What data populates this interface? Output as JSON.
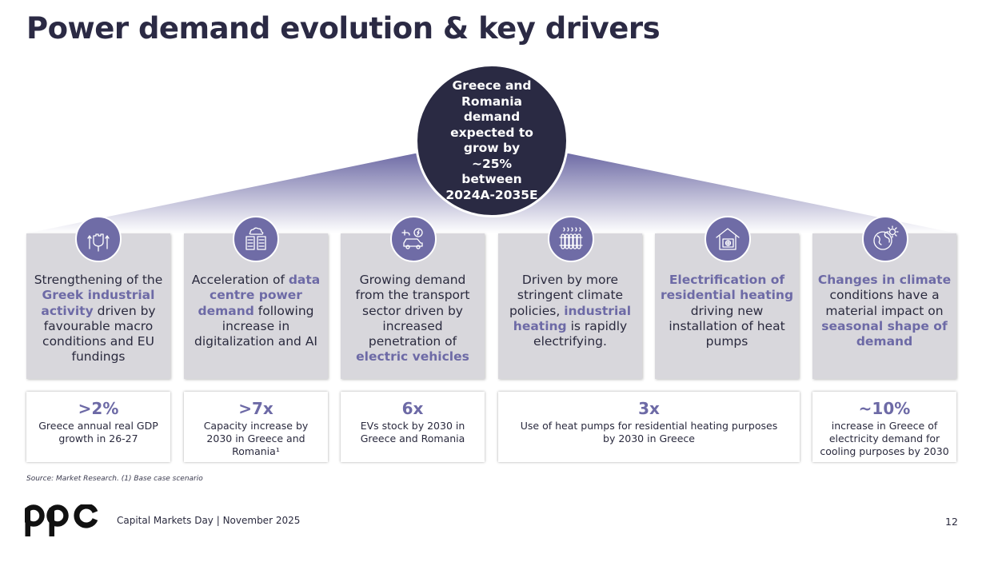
{
  "title": "Power demand evolution & key drivers",
  "hub": {
    "text": "Greece and Romania demand expected to grow by ~25% between 2024A-2035E"
  },
  "drivers": [
    {
      "icon": "raised-fist-arrows-icon",
      "parts": [
        "Strengthening of the ",
        "Greek industrial activity",
        " driven by favourable macro conditions and EU fundings"
      ]
    },
    {
      "icon": "server-cloud-icon",
      "parts": [
        "Acceleration of ",
        "data centre power demand",
        " following increase in digitalization and AI"
      ]
    },
    {
      "icon": "electric-car-icon",
      "parts": [
        "Growing demand from the transport sector driven by increased penetration of ",
        "electric vehicles",
        ""
      ]
    },
    {
      "icon": "heater-icon",
      "parts": [
        "Driven by more stringent climate policies, ",
        "industrial heating",
        " is rapidly electrifying."
      ]
    },
    {
      "icon": "house-heat-pump-icon",
      "parts": [
        "",
        "Electrification of residential heating",
        " driving new installation of heat pumps"
      ]
    },
    {
      "icon": "globe-sun-icon",
      "parts": [
        "",
        "Changes in climate",
        " conditions have a material impact on ",
        "seasonal shape of demand",
        ""
      ]
    }
  ],
  "stats": [
    {
      "value": ">2%",
      "description": "Greece annual real GDP growth in 26-27"
    },
    {
      "value": ">7x",
      "description": "Capacity increase by 2030 in Greece and Romania¹"
    },
    {
      "value": "6x",
      "description": "EVs stock by 2030 in Greece and Romania"
    },
    {
      "value": "3x",
      "description": "Use of heat pumps for residential heating purposes by 2030 in Greece"
    },
    {
      "value": "~10%",
      "description": "increase in Greece of electricity demand for cooling purposes by 2030"
    }
  ],
  "source": "Source: Market Research. (1) Base case scenario",
  "footer": {
    "logo": "ppc",
    "text": "Capital Markets Day | November 2025",
    "page": "12"
  },
  "colors": {
    "navy": "#2a2a43",
    "accent": "#6d6aa6",
    "card": "#d8d7dc"
  }
}
